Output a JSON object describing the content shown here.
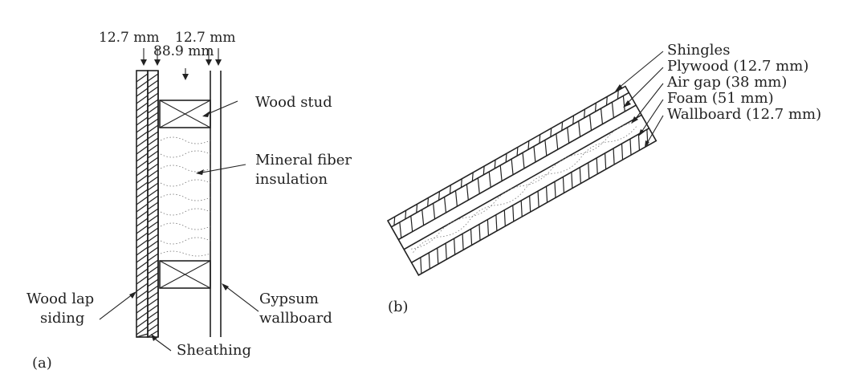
{
  "wall": {
    "panel_label": "(a)",
    "dim_left": "12.7 mm",
    "dim_right": "12.7 mm",
    "dim_middle": "88.9 mm",
    "wood_stud": "Wood stud",
    "insulation_line1": "Mineral fiber",
    "insulation_line2": "insulation",
    "siding_line1": "Wood lap",
    "siding_line2": "siding",
    "gypsum_line1": "Gypsum",
    "gypsum_line2": "wallboard",
    "sheathing": "Sheathing"
  },
  "roof": {
    "panel_label": "(b)",
    "layers": [
      "Shingles",
      "Plywood (12.7 mm)",
      "Air gap (38 mm)",
      "Foam (51 mm)",
      "Wallboard (12.7 mm)"
    ]
  }
}
